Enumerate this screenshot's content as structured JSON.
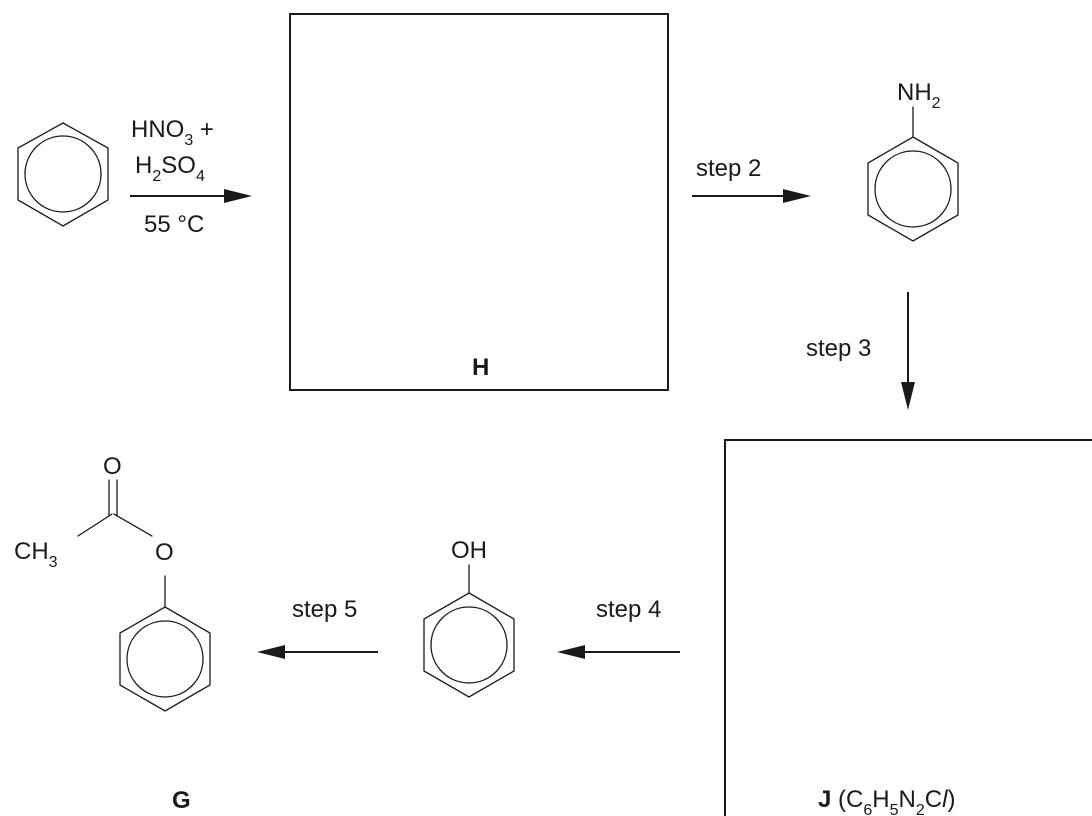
{
  "reagents": {
    "acid1_a": "HNO",
    "acid1_b": "3",
    "acid1_c": " +",
    "acid2_a": "H",
    "acid2_b": "2",
    "acid2_c": "SO",
    "acid2_d": "4",
    "temperature": "55 °C"
  },
  "steps": {
    "step2": "step 2",
    "step3": "step 3",
    "step4": "step 4",
    "step5": "step 5"
  },
  "boxes": {
    "h_label": "H",
    "j_label": "J",
    "j_formula_open": " (C",
    "j_f1": "6",
    "j_f2": "H",
    "j_f3": "5",
    "j_f4": "N",
    "j_f5": "2",
    "j_f6": "C",
    "j_f7": "l",
    "j_f8": ")"
  },
  "groups": {
    "amine_a": "NH",
    "amine_b": "2",
    "hydroxyl": "OH",
    "carbonyl_o": "O",
    "ester_o": "O",
    "methyl_a": "CH",
    "methyl_b": "3"
  },
  "products": {
    "g_label": "G"
  }
}
